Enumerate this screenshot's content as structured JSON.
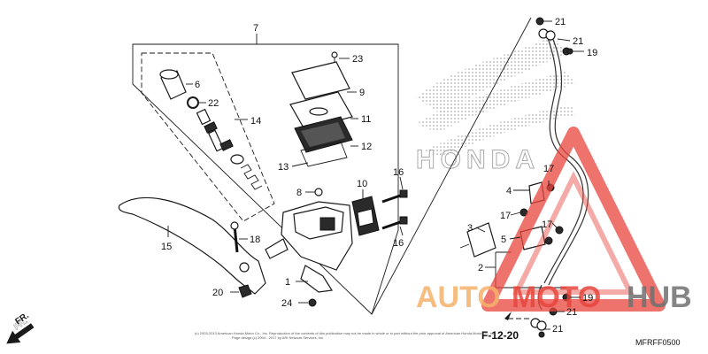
{
  "diagram": {
    "callouts": {
      "c1": "1",
      "c2": "2",
      "c3": "3",
      "c4": "4",
      "c5": "5",
      "c6": "6",
      "c7": "7",
      "c8": "8",
      "c9": "9",
      "c10": "10",
      "c11": "11",
      "c12": "12",
      "c13": "13",
      "c14": "14",
      "c15": "15",
      "c16a": "16",
      "c16b": "16",
      "c17a": "17",
      "c17b": "17",
      "c17c": "17",
      "c18": "18",
      "c19a": "19",
      "c19b": "19",
      "c20": "20",
      "c21a": "21",
      "c21b": "21",
      "c21c": "21",
      "c21d": "21",
      "c22": "22",
      "c23": "23",
      "c24": "24"
    },
    "reference_label": "F-12-20",
    "front_indicator": "FR.",
    "diagram_code": "MFRFF0500",
    "copyright_line1": "(c) 2003-2013 American Honda Motor Co., Inc. Reproduction of the contents of this publication may not be made in whole or in part without the prior approval of American Honda Motor Co., Inc.",
    "copyright_line2": "Page design (c) 2004 - 2017 by ARI Network Services, Inc.",
    "brand_text": "HONDA"
  },
  "watermark": {
    "text_auto": "AUTO",
    "text_moto": "MOTO",
    "text_hub": "HUB",
    "color_red": "#e8453c",
    "color_orange": "#f6b26b",
    "color_gray": "#707070"
  }
}
